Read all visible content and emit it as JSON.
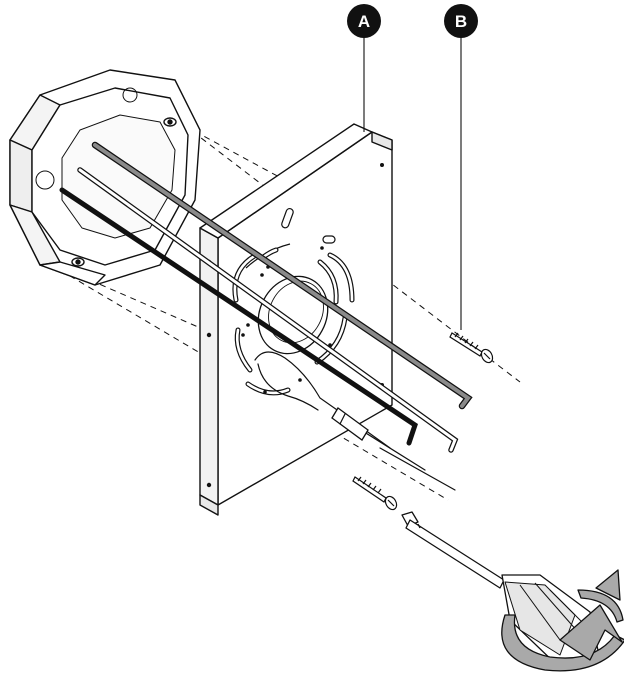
{
  "callouts": [
    {
      "id": "A",
      "label": "A"
    },
    {
      "id": "B",
      "label": "B"
    }
  ],
  "colors": {
    "ink": "#111111",
    "paper": "#ffffff",
    "rod_gray": "#8a8a8a",
    "arrow_gray": "#a9a9a9"
  }
}
